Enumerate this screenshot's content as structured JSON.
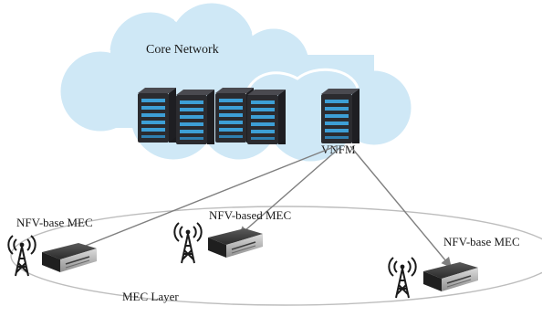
{
  "diagram": {
    "cloud_label": "Core Network",
    "vnfm_label": "VNFM",
    "mec_nodes": [
      {
        "label": "NFV-base MEC"
      },
      {
        "label": "NFV-based MEC"
      },
      {
        "label": "NFV-base MEC"
      }
    ],
    "layer_label": "MEC Layer"
  },
  "colors": {
    "cloud_fill": "#cfe8f6",
    "cloud_outline": "#ffffff",
    "server_body": "#2b2b2f",
    "server_led": "#3d9fd6",
    "arrow": "#7f7f7f",
    "device_body": "#2e2e2e"
  }
}
